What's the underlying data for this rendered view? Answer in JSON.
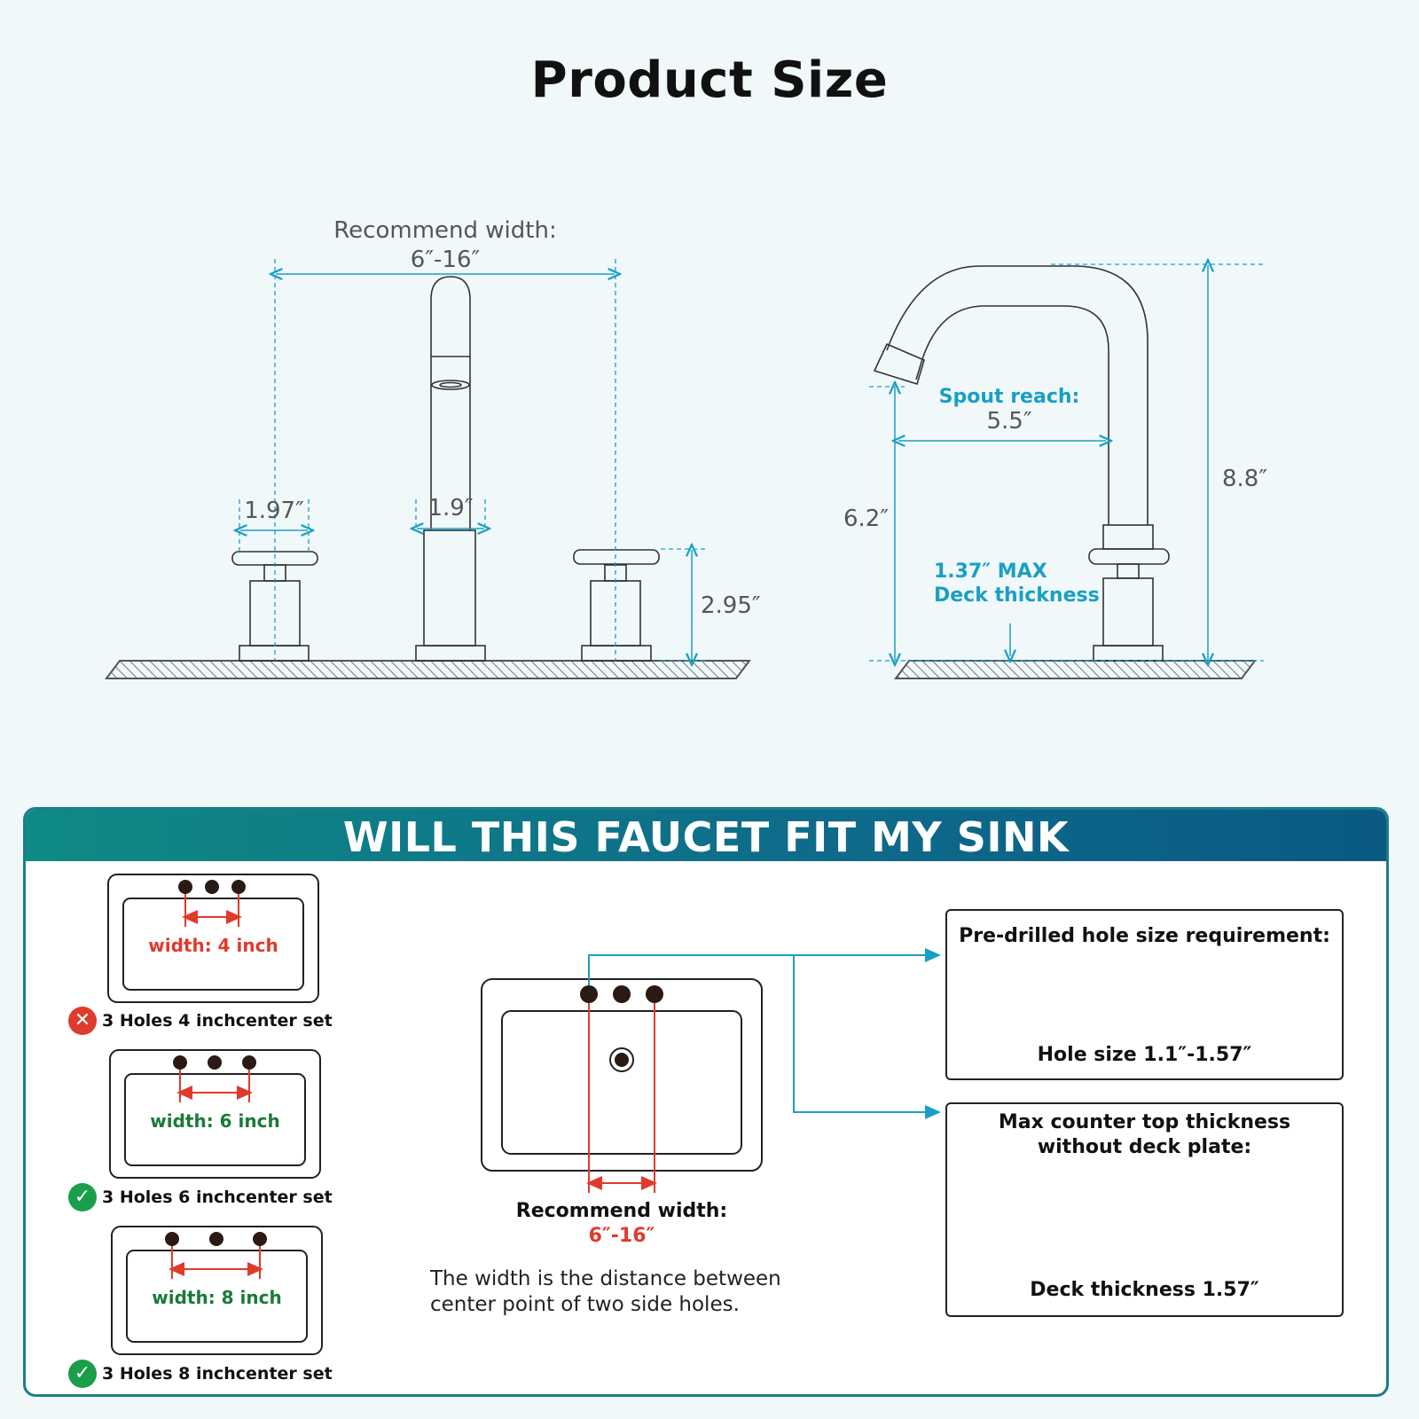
{
  "page_title": "Product Size",
  "front_view": {
    "recommend_width_label": "Recommend width:",
    "recommend_width_value": "6″-16″",
    "handle_width": "1.97″",
    "spout_base_width": "1.9″",
    "handle_height": "2.95″"
  },
  "side_view": {
    "spout_reach_label": "Spout reach:",
    "spout_reach_value": "5.5″",
    "total_height": "8.8″",
    "spout_height": "6.2″",
    "deck_thickness_line1": "1.37″ MAX",
    "deck_thickness_line2": "Deck thickness"
  },
  "fit_section": {
    "header": "WILL THIS FAUCET FIT MY SINK",
    "sinks": [
      {
        "width_label": "width: 4 inch",
        "caption": "3 Holes 4 inchcenter set",
        "fits": false
      },
      {
        "width_label": "width: 6 inch",
        "caption": "3 Holes 6 inchcenter set",
        "fits": true
      },
      {
        "width_label": "width: 8 inch",
        "caption": "3 Holes 8 inchcenter set",
        "fits": true
      }
    ],
    "center": {
      "recommend_label": "Recommend width:",
      "recommend_value": "6″-16″",
      "description_line1": "The width is the distance between",
      "description_line2": "center point of two side holes."
    },
    "hole_requirement": {
      "title": "Pre-drilled hole size requirement:",
      "value": "Hole size 1.1″-1.57″"
    },
    "thickness_requirement": {
      "title_line1": "Max counter top thickness",
      "title_line2": "without deck plate:",
      "value": "Deck thickness 1.57″"
    }
  },
  "colors": {
    "accent_blue": "#1a9fc4",
    "header_teal": "#0f8a85",
    "error_red": "#e03a2c",
    "ok_green": "#1a9e4a",
    "dark_text": "#111111"
  }
}
